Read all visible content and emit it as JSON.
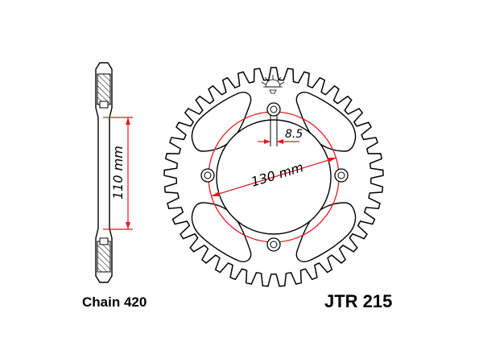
{
  "diagram": {
    "teeth_count": 41,
    "bolt_holes": 4,
    "slots": 4,
    "colors": {
      "outline": "#000000",
      "dimension": "#e0191f",
      "hatch": "#000000"
    }
  },
  "dimensions": {
    "pcd": "130 mm",
    "bolt_hole": "8.5",
    "side_height": "110 mm"
  },
  "captions": {
    "chain": "Chain 420",
    "part": "JTR 215"
  },
  "icons": {
    "logo": "sunburst-logo-icon"
  }
}
